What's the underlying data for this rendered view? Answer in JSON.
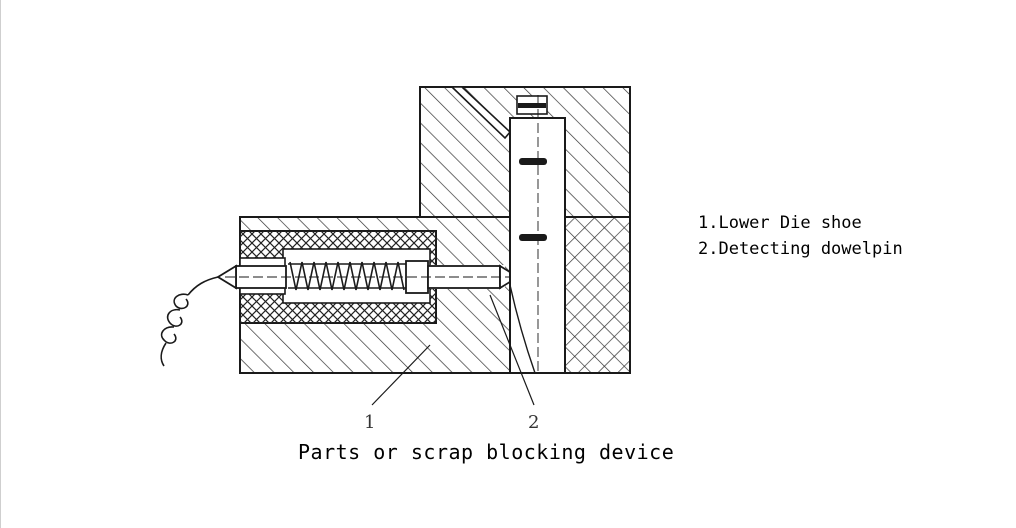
{
  "legend": {
    "items": [
      {
        "number": "1",
        "label": "1.Lower Die shoe"
      },
      {
        "number": "2",
        "label": "2.Detecting dowelpin"
      }
    ]
  },
  "callouts": [
    "1",
    "2"
  ],
  "caption": "Parts or scrap blocking device",
  "colors": {
    "line": "#1a1a1a",
    "hatch": "#333333",
    "background": "#ffffff"
  }
}
